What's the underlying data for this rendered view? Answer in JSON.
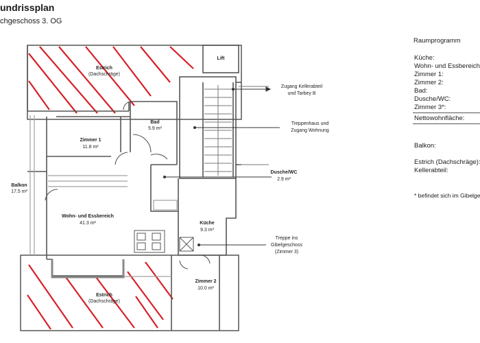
{
  "header": {
    "title": "undrissplan",
    "subtitle": "chgeschoss 3. OG"
  },
  "rooms": {
    "estrich_top": {
      "name": "Estrich",
      "sub": "(Dachschräge)"
    },
    "lift": {
      "name": "Lift"
    },
    "bad": {
      "name": "Bad",
      "area": "5.9 m²"
    },
    "zimmer1": {
      "name": "Zimmer 1",
      "area": "11.8 m²"
    },
    "balkon": {
      "name": "Balkon",
      "area": "17.5 m²"
    },
    "wohn": {
      "name": "Wohn- und Essbereich",
      "area": "41.3 m²"
    },
    "dusche": {
      "name": "Dusche/WC",
      "area": "2.9 m²"
    },
    "kueche": {
      "name": "Küche",
      "area": "9.3 m²"
    },
    "estrich_bottom": {
      "name": "Estrich",
      "sub": "(Dachschräge)"
    },
    "zimmer2": {
      "name": "Zimmer 2",
      "area": "10.0 m²"
    }
  },
  "annotations": {
    "kellerabteil": [
      "Zugang Kellerabteil",
      "und Tarbey B"
    ],
    "treppenhaus": [
      "Treppenhaus und",
      "Zugang Wohnung"
    ],
    "treppe": [
      "Treppe ins",
      "Gibelgeschoss",
      "(Zimmer 3)"
    ]
  },
  "raumprogramm": {
    "heading": "Raumprogramm",
    "items": [
      "Küche:",
      "Wohn- und Essbereich:",
      "Zimmer 1:",
      "Zimmer 2:",
      "Bad:",
      "Dusche/WC:",
      "Zimmer 3*:"
    ],
    "netto": "Nettowohnfläche:",
    "balkon": "Balkon:",
    "estrich": "Estrich (Dachschräge):",
    "keller": "Kellerabteil:",
    "note": "* befindet sich im Gibelgeschoss"
  },
  "colors": {
    "hatch": "#d81f26",
    "wall": "#555555",
    "wall_light": "#a0a0a0"
  }
}
